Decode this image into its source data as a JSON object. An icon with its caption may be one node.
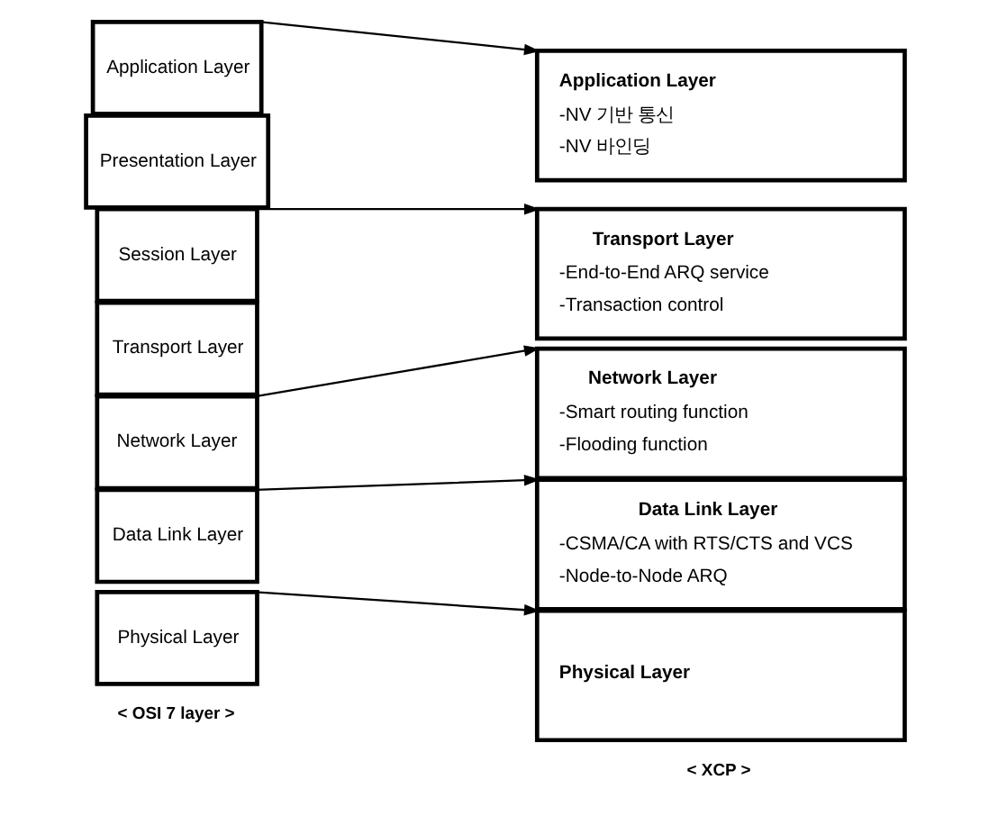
{
  "diagram": {
    "nodes": [
      {
        "text": [
          "Application Layer"
        ]
      },
      {
        "text": [
          "Presentation Layer"
        ]
      },
      {
        "text": [
          "Session Layer"
        ]
      },
      {
        "text": [
          "Transport Layer"
        ]
      },
      {
        "text": [
          "Network Layer"
        ]
      },
      {
        "text": [
          "Data Link Layer"
        ]
      },
      {
        "text": [
          "Physical Layer"
        ]
      },
      {
        "text": [
          "Application Layer",
          "-NV 기반 통신",
          "-NV 바인딩"
        ]
      },
      {
        "text": [
          "Transport Layer",
          "-End-to-End ARQ service",
          "-Transaction control"
        ]
      },
      {
        "text": [
          "Network Layer",
          "-Smart routing function",
          "-Flooding function"
        ]
      },
      {
        "text": [
          "Data Link Layer",
          "-CSMA/CA with RTS/CTS and VCS",
          "-Node-to-Node ARQ"
        ]
      },
      {
        "text": [
          "Physical Layer"
        ]
      }
    ],
    "edges": [
      {
        "from": 0,
        "to": 7,
        "arrow": "to"
      },
      {
        "from": 2,
        "to": 8,
        "arrow": "to"
      },
      {
        "from": 4,
        "to": 9,
        "arrow": "to"
      },
      {
        "from": 5,
        "to": 10,
        "arrow": "to"
      },
      {
        "from": 6,
        "to": 11,
        "arrow": "to"
      }
    ],
    "labels": [
      "< OSI 7 layer >",
      "< XCP >"
    ]
  }
}
